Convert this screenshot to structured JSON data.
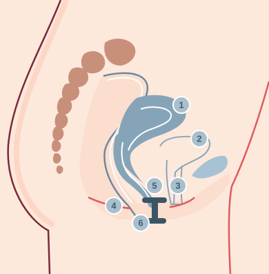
{
  "colors": {
    "background": "#fde8dc",
    "skin_outline": "#7a2a3a",
    "skin_outline_front": "#e05a5a",
    "tissue_fill": "#fbd9c6",
    "spine": "#c8907a",
    "organ": "#86a4b8",
    "organ_dark": "#6a8aa0",
    "bladder": "#a7c3d3",
    "device": "#3b5566",
    "marker_fill": "#a9bfcc",
    "marker_stroke": "#ffffff",
    "marker_text": "#3f5e74",
    "pelvic_floor": "#e05a5a"
  },
  "markers": [
    {
      "id": 1,
      "label": "1"
    },
    {
      "id": 2,
      "label": "2"
    },
    {
      "id": 3,
      "label": "3"
    },
    {
      "id": 4,
      "label": "4"
    },
    {
      "id": 5,
      "label": "5"
    },
    {
      "id": 6,
      "label": "6"
    }
  ]
}
